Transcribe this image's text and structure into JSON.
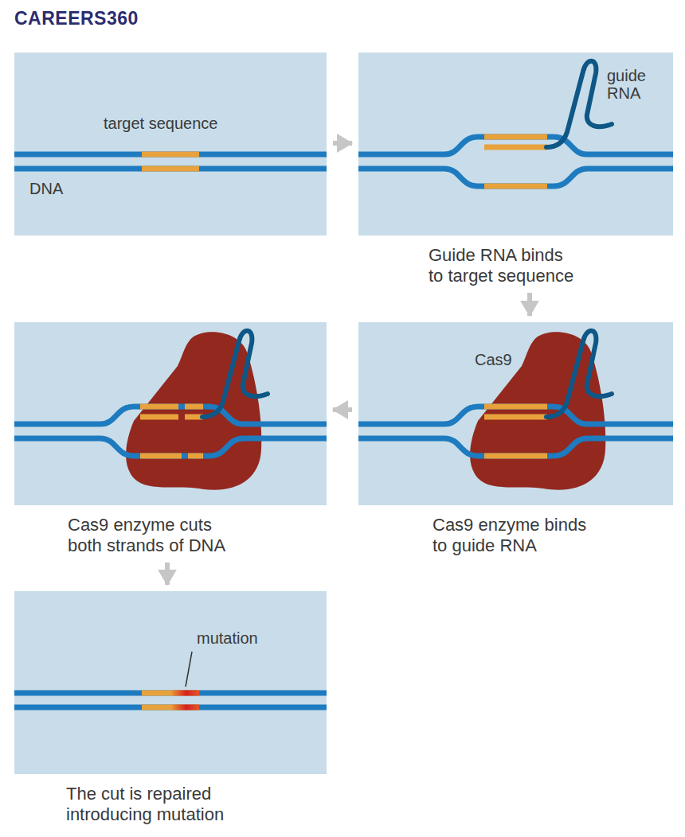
{
  "diagram": {
    "nodes": [
      {
        "text": [
          "target sequence",
          "DNA"
        ]
      },
      {
        "text": [
          "guide RNA",
          "Guide RNA binds to target sequence"
        ]
      },
      {
        "text": [
          "Cas9",
          "Cas9 enzyme binds to guide RNA"
        ]
      },
      {
        "text": [
          "Cas9 enzyme cuts both strands of DNA"
        ]
      },
      {
        "text": [
          "mutation",
          "The cut is repaired introducing mutation"
        ]
      }
    ],
    "edges": [
      {
        "from": 0,
        "to": 1,
        "arrow": "to"
      },
      {
        "from": 1,
        "to": 2,
        "arrow": "to"
      },
      {
        "from": 2,
        "to": 3,
        "arrow": "to"
      },
      {
        "from": 3,
        "to": 4,
        "arrow": "to"
      }
    ],
    "labels": [
      "CAREERS360"
    ]
  }
}
